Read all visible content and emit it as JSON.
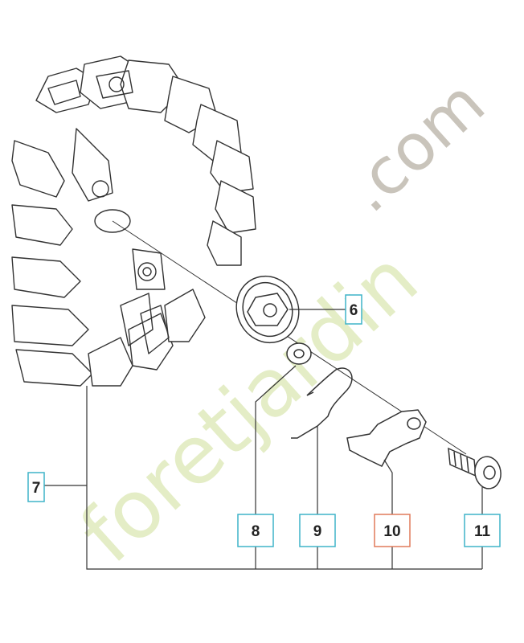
{
  "watermark": {
    "text_front": "foretjardin",
    "text_tld": ".com",
    "color_main": "#e4edc6",
    "color_accent": "#f6d4b0",
    "color_tld": "#c9c4bb"
  },
  "callouts": [
    {
      "id": "6",
      "label": "6",
      "border": "#3fb4c8"
    },
    {
      "id": "7",
      "label": "7",
      "border": "#3fb4c8"
    },
    {
      "id": "8",
      "label": "8",
      "border": "#3fb4c8"
    },
    {
      "id": "9",
      "label": "9",
      "border": "#3fb4c8"
    },
    {
      "id": "10",
      "label": "10",
      "border": "#e07a5a"
    },
    {
      "id": "11",
      "label": "11",
      "border": "#3fb4c8"
    }
  ],
  "parts": [
    {
      "id": "flywheel",
      "icon": "flywheel-icon"
    },
    {
      "id": "nut",
      "icon": "nut-icon"
    },
    {
      "id": "washer",
      "icon": "washer-icon"
    },
    {
      "id": "spring",
      "icon": "spring-icon"
    },
    {
      "id": "pawl",
      "icon": "pawl-icon"
    },
    {
      "id": "screw",
      "icon": "screw-icon"
    }
  ],
  "colors": {
    "line": "#333333",
    "part_fill": "#ffffff"
  }
}
